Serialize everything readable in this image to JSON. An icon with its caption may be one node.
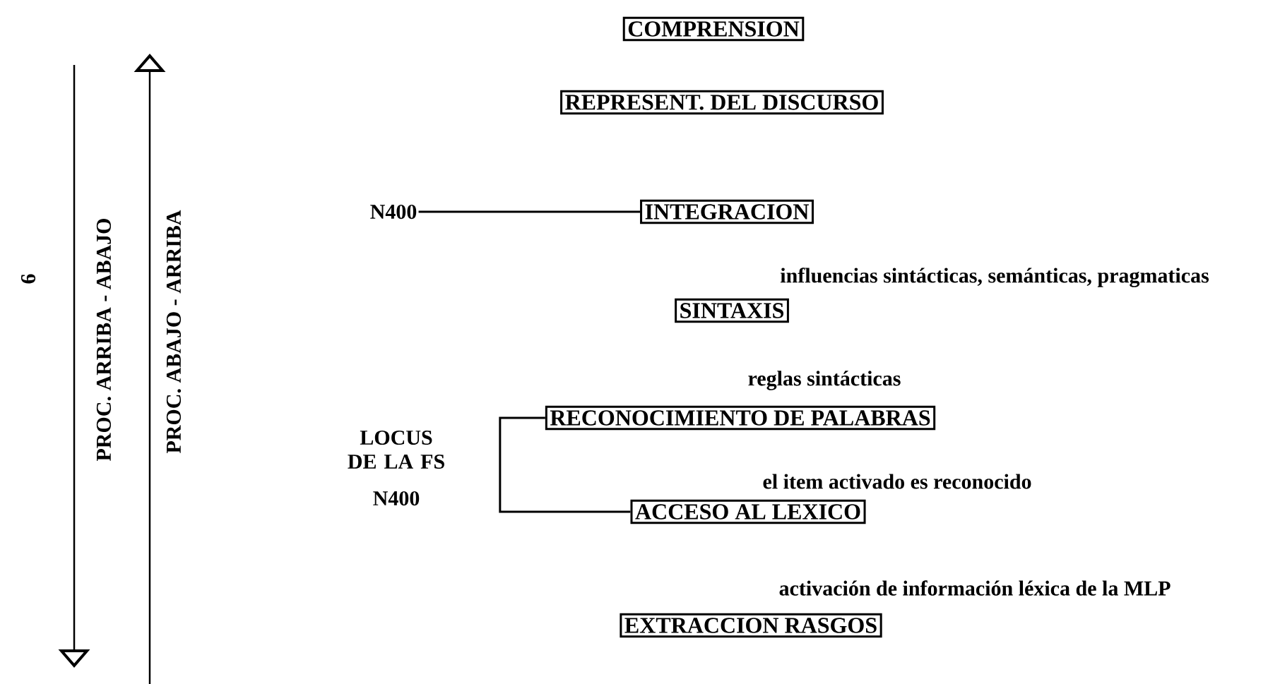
{
  "diagram": {
    "nodes": [
      {
        "text": [
          "COMPRENSION"
        ]
      },
      {
        "text": [
          "REPRESENT. DEL DISCURSO"
        ]
      },
      {
        "text": [
          "N400"
        ]
      },
      {
        "text": [
          "INTEGRACION"
        ]
      },
      {
        "text": [
          "SINTAXIS"
        ],
        "beside": [
          "influencias   sintácticas, semánticas, pragmaticas"
        ]
      },
      {
        "text": [
          "RECONOCIMIENTO DE PALABRAS"
        ],
        "beside": [
          "reglas sintácticas"
        ]
      },
      {
        "text": [
          "ACCESO AL LEXICO"
        ],
        "beside": [
          "el item activado es reconocido"
        ]
      },
      {
        "text": [
          "EXTRACCION RASGOS"
        ],
        "beside": [
          "activación de información léxica de la MLP"
        ]
      }
    ],
    "edges": [
      {
        "from": 2,
        "to": 3,
        "arrow": "none"
      },
      {
        "from": 5,
        "to": 6,
        "arrow": "none"
      }
    ],
    "labels": [
      "6",
      "PROC. ARRIBA - ABAJO",
      "PROC. ABAJO - ARRIBA",
      "LOCUS DE LA FS",
      "N400"
    ]
  }
}
